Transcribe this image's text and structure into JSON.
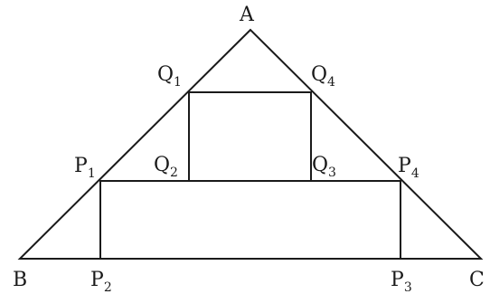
{
  "diagram": {
    "colors": {
      "ink": "#1a1a1a",
      "background": "#ffffff"
    },
    "labels": {
      "A": {
        "main": "A",
        "sub": ""
      },
      "B": {
        "main": "B",
        "sub": ""
      },
      "C": {
        "main": "C",
        "sub": ""
      },
      "P1": {
        "main": "P",
        "sub": "1"
      },
      "P2": {
        "main": "P",
        "sub": "2"
      },
      "P3": {
        "main": "P",
        "sub": "3"
      },
      "P4": {
        "main": "P",
        "sub": "4"
      },
      "Q1": {
        "main": "Q",
        "sub": "1"
      },
      "Q2": {
        "main": "Q",
        "sub": "2"
      },
      "Q3": {
        "main": "Q",
        "sub": "3"
      },
      "Q4": {
        "main": "Q",
        "sub": "4"
      }
    }
  }
}
